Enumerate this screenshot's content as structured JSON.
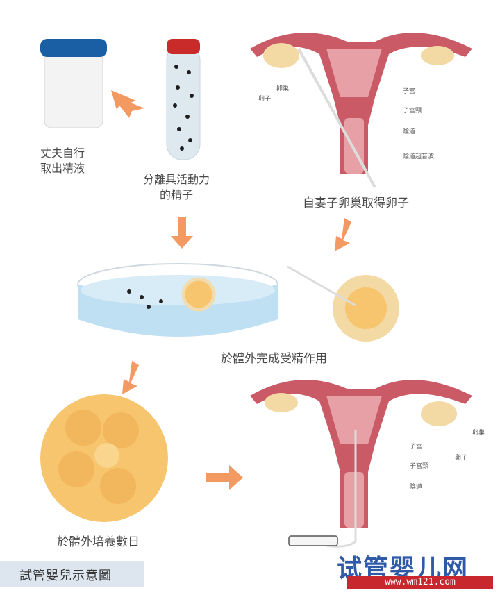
{
  "labels": {
    "husband_semen": "丈夫自行\n取出精液",
    "separate_sperm": "分離具活動力\n的精子",
    "wife_eggs": "自妻子卵巢取得卵子",
    "fertilization": "於體外完成受精作用",
    "culture_days": "於體外培養數日"
  },
  "anatomy_top": {
    "uterus": "子宮",
    "cervix": "子宮頸",
    "vagina": "陰道",
    "ultrasound": "陰道超音波",
    "ovary": "卵巢",
    "egg": "卵子"
  },
  "anatomy_bottom": {
    "uterus": "子宮",
    "cervix": "子宮頸",
    "vagina": "陰道",
    "ovary": "卵巢",
    "egg": "卵子"
  },
  "footer": {
    "title": "試管嬰兒示意圖",
    "watermark": "试管婴儿网",
    "watermark_url": "www.wm121.com"
  },
  "colors": {
    "uterus": "#c95a66",
    "uterus_light": "#e7a0a6",
    "ovary": "#f3d9a4",
    "arrow": "#f39a63",
    "dish_water": "#bfdff2",
    "embryo": "#f6c56e",
    "cap_blue": "#1a5fa3",
    "cap_red": "#c92a2a"
  }
}
